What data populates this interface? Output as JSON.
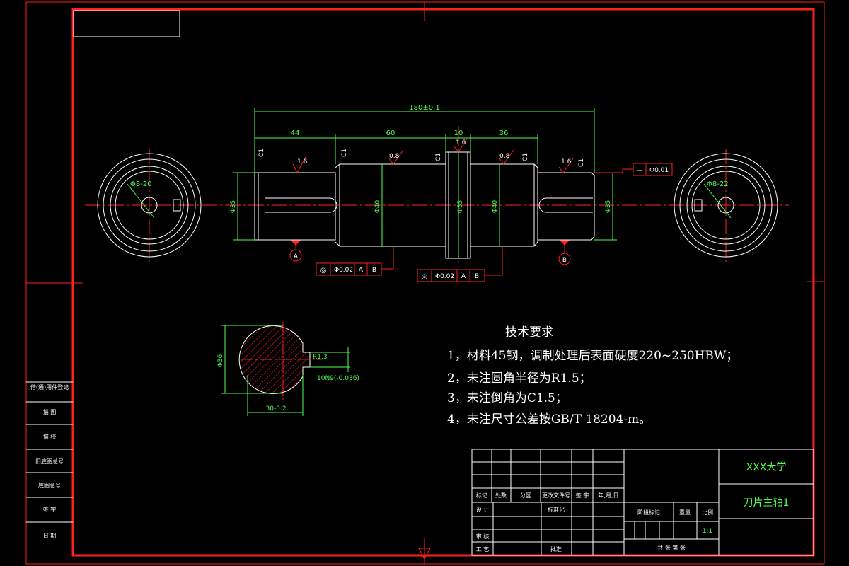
{
  "dimensions": {
    "total": "180±0.1",
    "seg1": "44",
    "seg2": "60",
    "seg3": "10",
    "seg4": "36",
    "d_left_end": "Φ35",
    "d_mid_left": "Φ40",
    "d_collar": "Φ55",
    "d_mid_right": "Φ40",
    "d_right_end": "Φ35",
    "key_left": "Φ8-20",
    "key_right": "Φ8-22"
  },
  "chamfers": [
    "C1",
    "C1",
    "C1",
    "C1",
    "C1"
  ],
  "roughness": [
    "1.6",
    "0.8",
    "1.6",
    "0.8",
    "1.6"
  ],
  "datums": {
    "a": "A",
    "b": "B"
  },
  "tolerances": {
    "straightness": {
      "symbol": "—",
      "value": "Φ0.01"
    },
    "runout_1": {
      "symbol": "◎",
      "value": "Φ0.02",
      "ref1": "A",
      "ref2": "B"
    },
    "runout_2": {
      "symbol": "◎",
      "value": "Φ0.02",
      "ref1": "A",
      "ref2": "B"
    }
  },
  "section": {
    "height": "Φ36",
    "width": "30-0.2",
    "key_width": "10N9(-0.036)",
    "radius": "R1.3"
  },
  "tech_requirements": {
    "title": "技术要求",
    "items": [
      "1，材料45钢，调制处理后表面硬度220~250HBW；",
      "2，未注圆角半径为R1.5；",
      "3，未注倒角为C1.5；",
      "4，未注尺寸公差按GB/T 18204-m。"
    ]
  },
  "left_column": [
    "借(通)用件登记",
    "描 图",
    "描 校",
    "旧底图总号",
    "底图总号",
    "签 字",
    "日 期"
  ],
  "title_block": {
    "school": "XXX大学",
    "part_name": "刀片主轴1",
    "headers": [
      "标记",
      "处数",
      "分区",
      "更改文件号",
      "签 字",
      "年,月,日"
    ],
    "design": "设 计",
    "standardize": "标准化",
    "review": "审 核",
    "process": "工 艺",
    "approve": "批准",
    "stage_mark": "阶段标记",
    "weight": "重量",
    "scale_label": "比例",
    "scale": "1:1",
    "sheets": "共  张  第  张"
  }
}
